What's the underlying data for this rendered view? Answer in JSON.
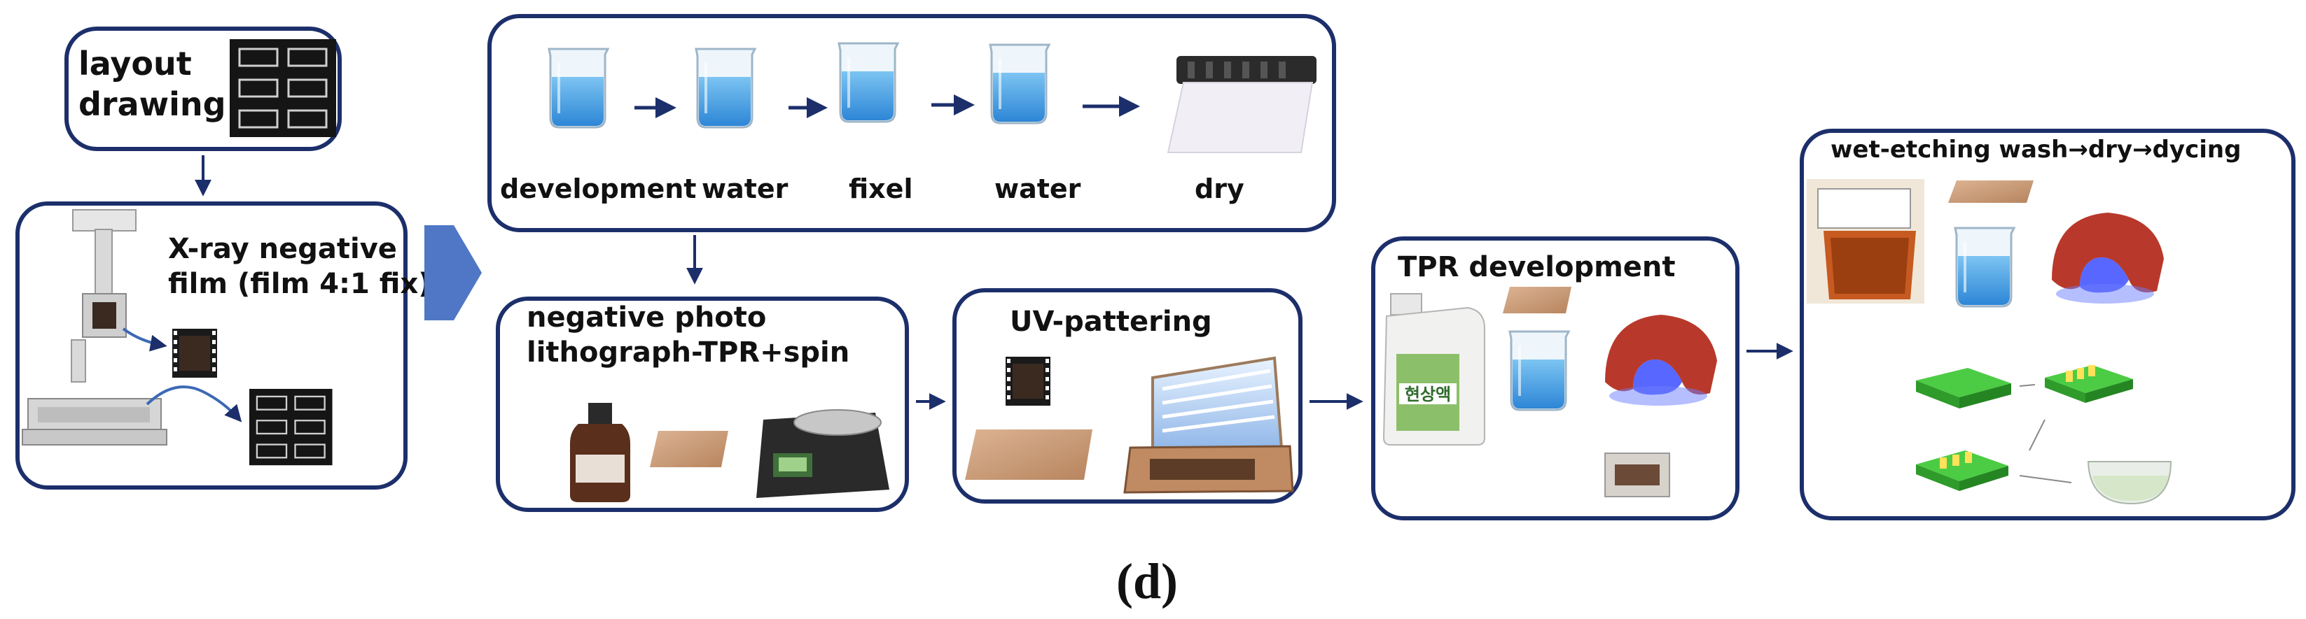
{
  "steps": {
    "layout": "layout",
    "drawing": "drawing",
    "xray_line1": "X-ray negative",
    "xray_line2": "film (film 4:1 fix)",
    "photo_line1": "negative photo",
    "photo_line2": "lithograph-TPR+spin",
    "uv": "UV-pattering",
    "tpr": "TPR development",
    "wet": "wet-etching wash→dry→dycing"
  },
  "sequence": [
    "development",
    "water",
    "fixel",
    "water",
    "dry"
  ],
  "bottle_label": "현상액",
  "caption": "(d)",
  "colors": {
    "box_border": "#1c2f6b",
    "arrow": "#1c2f6b",
    "big_arrow": "#4f77c6",
    "liquid": "#4aa3e6",
    "copper": "#c99a74",
    "pcb_green": "#3fbf3a",
    "lamp_red": "#b8392b",
    "uv_glow": "#3b4cff"
  }
}
